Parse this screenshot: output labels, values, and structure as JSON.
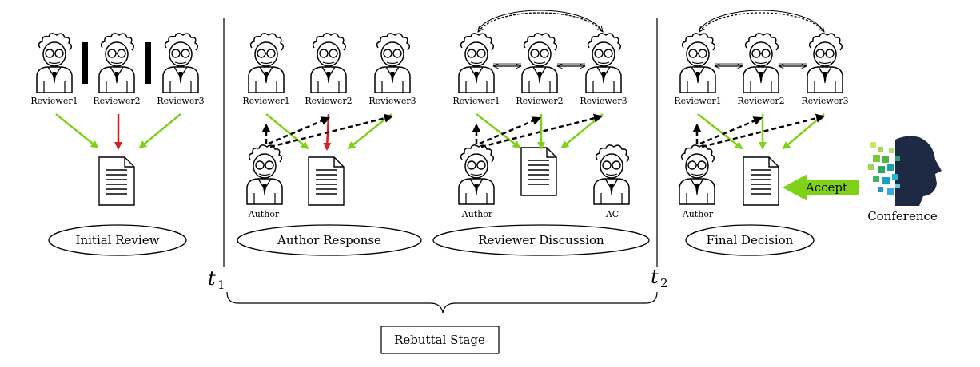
{
  "reviewer_labels": [
    "Reviewer1",
    "Reviewer2",
    "Reviewer3"
  ],
  "author_label": "Author",
  "ac_label": "AC",
  "stages": {
    "initial": "Initial Review",
    "response": "Author Response",
    "discussion": "Reviewer Discussion",
    "final": "Final Decision"
  },
  "time_marks": {
    "t1_main": "t",
    "t1_sub": "1",
    "t2_main": "t",
    "t2_sub": "2"
  },
  "rebuttal_label": "Rebuttal Stage",
  "accept_label": "Accept",
  "conference_label": "Conference",
  "colors": {
    "positive": "#7fd11a",
    "negative": "#d81e1e",
    "black": "#000000"
  }
}
